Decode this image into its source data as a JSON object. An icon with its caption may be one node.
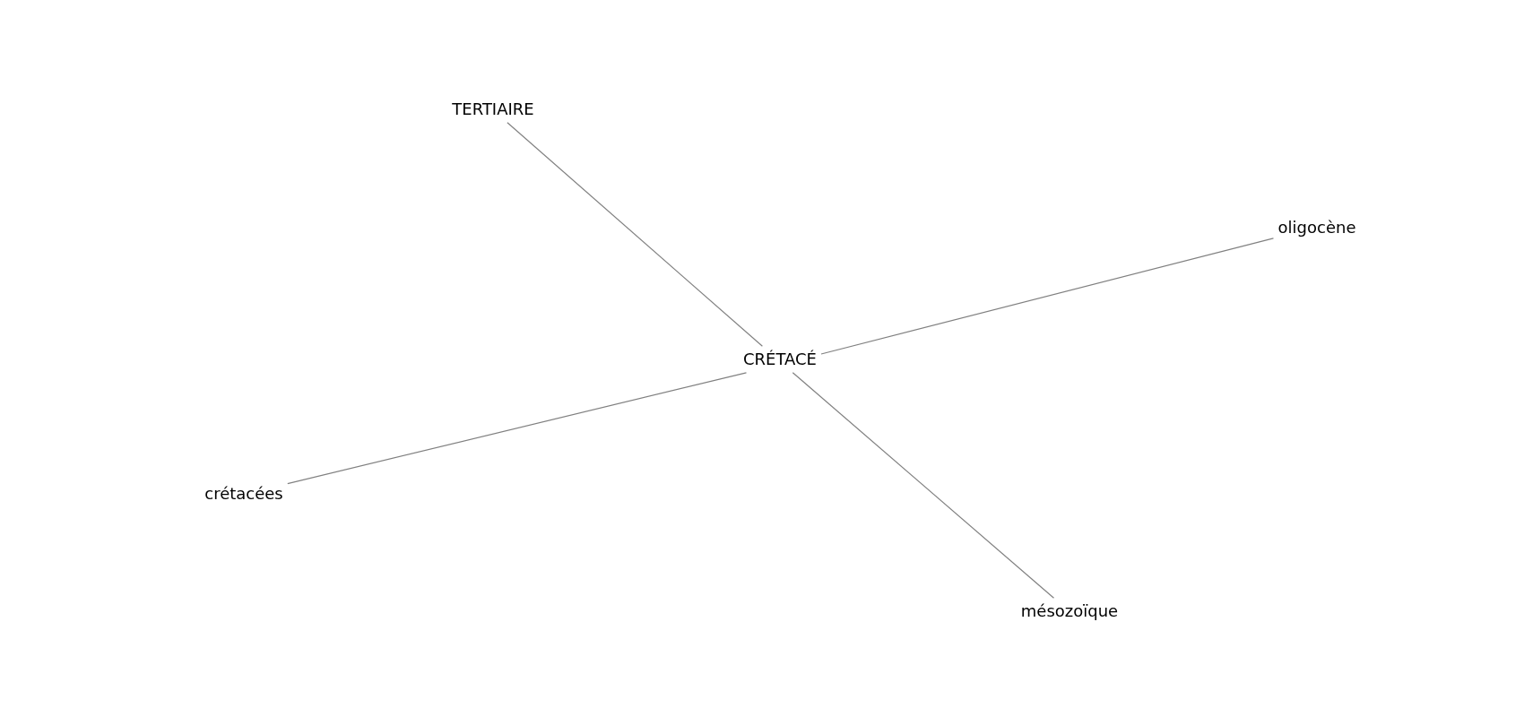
{
  "diagram": {
    "nodes": [
      {
        "text": [
          "TERTIAIRE"
        ]
      },
      {
        "text": [
          "oligocène"
        ]
      },
      {
        "text": [
          "CRÉTACÉ"
        ]
      },
      {
        "text": [
          "crétacées"
        ]
      },
      {
        "text": [
          "mésozoïque"
        ]
      }
    ],
    "edges": [
      {
        "from": 2,
        "to": 0,
        "arrow": "none"
      },
      {
        "from": 2,
        "to": 1,
        "arrow": "none"
      },
      {
        "from": 2,
        "to": 3,
        "arrow": "none"
      },
      {
        "from": 2,
        "to": 4,
        "arrow": "none"
      }
    ]
  }
}
